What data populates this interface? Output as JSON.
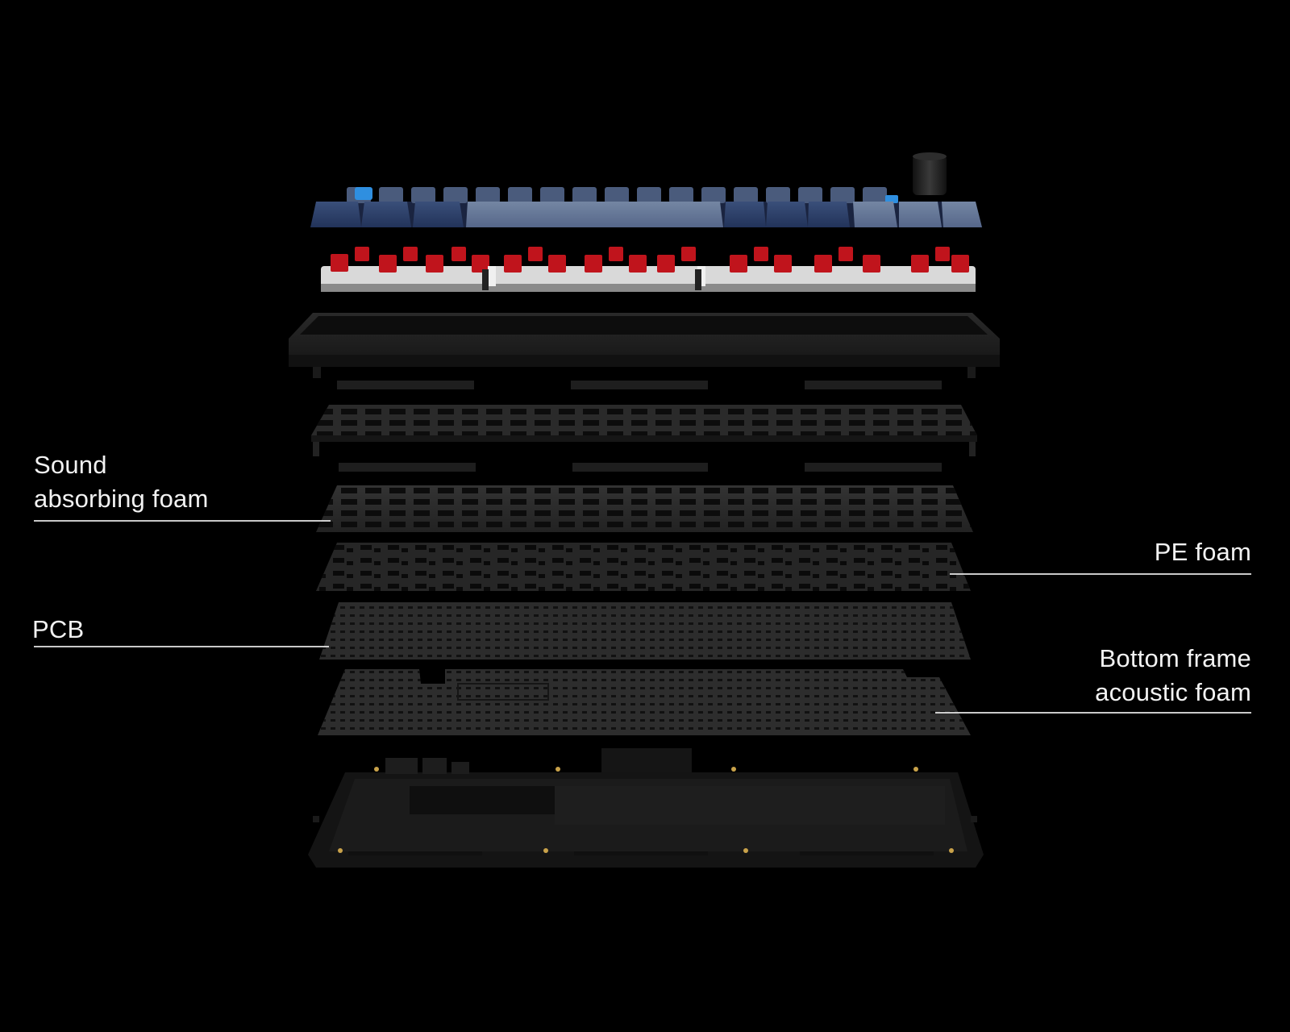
{
  "labels": {
    "sound_foam": [
      "Sound",
      "absorbing foam"
    ],
    "pe_foam": [
      "PE foam"
    ],
    "pcb": [
      "PCB"
    ],
    "bottom_foam": [
      "Bottom frame",
      "acoustic foam"
    ]
  },
  "colors": {
    "background": "#000000",
    "label_text": "#f2f2f2",
    "leader_line": "#e6e6e6",
    "keycap_dark": "#2b3d63",
    "keycap_light": "#5d6f8c",
    "keycap_accent": "#2f8fe0",
    "switch_red": "#c0141c",
    "switch_housing": "#dcdcdc",
    "foam": "#2a2a2a",
    "frame": "#1c1c1c"
  }
}
